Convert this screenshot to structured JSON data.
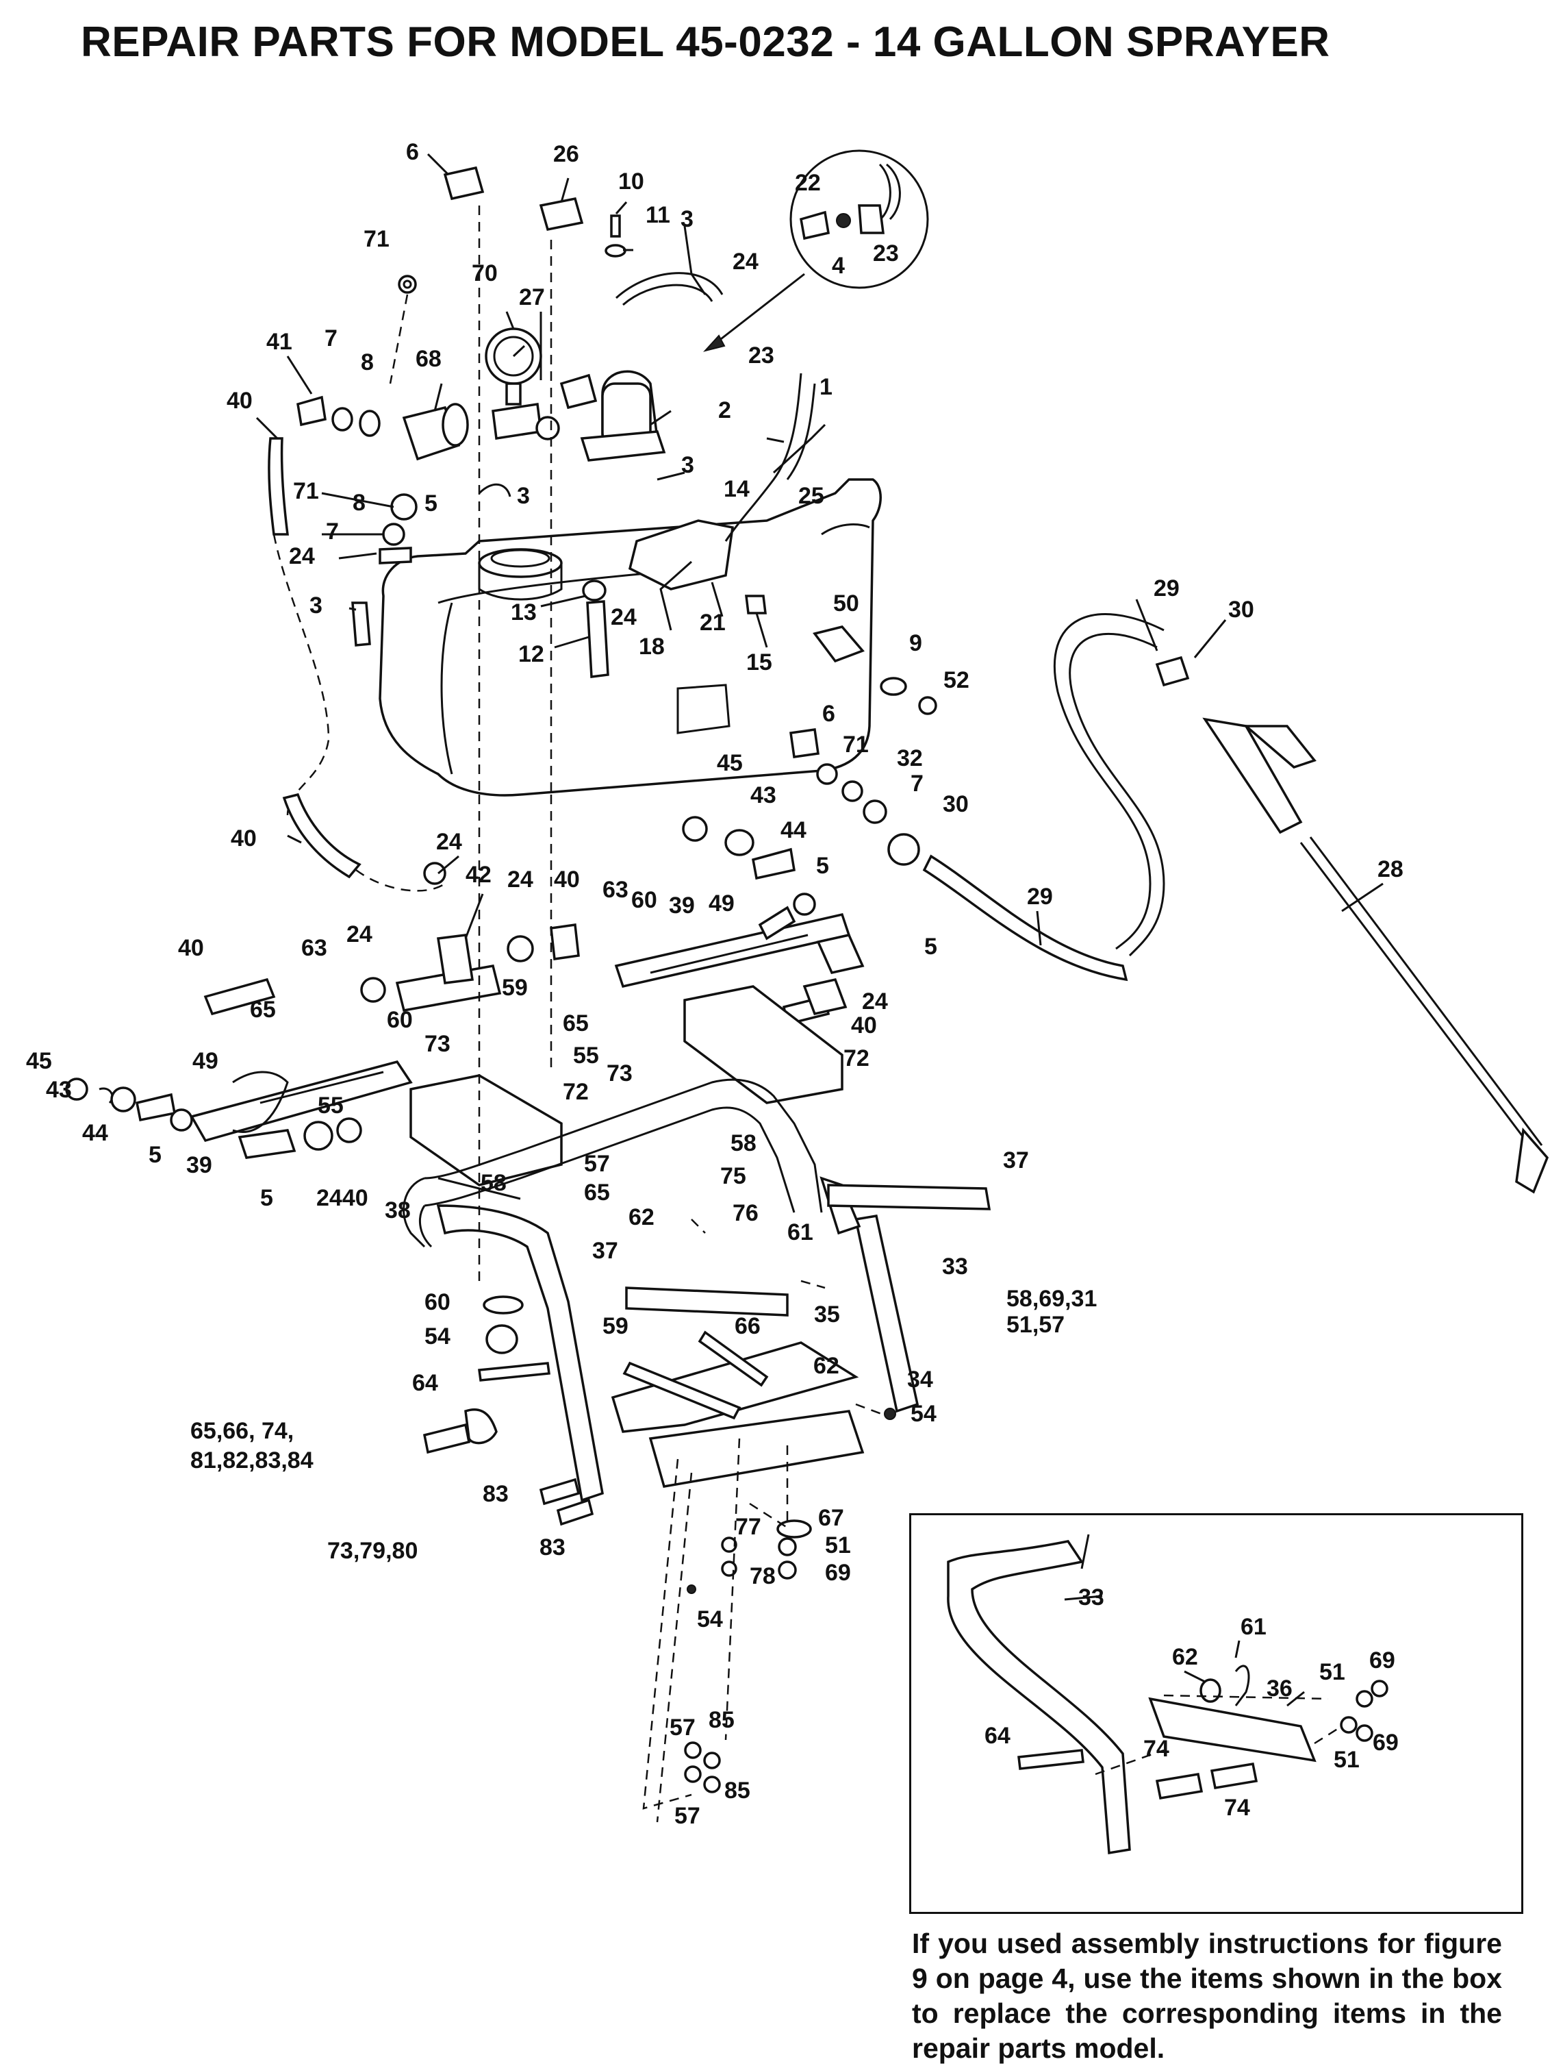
{
  "title": "REPAIR PARTS FOR MODEL 45-0232 - 14 GALLON SPRAYER",
  "note": "If you used assembly instructions for figure 9 on page 4, use the items shown in the box to replace the corresponding items in the repair parts model.",
  "callouts": {
    "c6a": "6",
    "c26": "26",
    "c10": "10",
    "c11": "11",
    "c3a": "3",
    "c22": "22",
    "c71a": "71",
    "c4": "4",
    "c23a": "23",
    "c24a": "24",
    "c70": "70",
    "c27": "27",
    "c41": "41",
    "c7a": "7",
    "c8a": "8",
    "c68": "68",
    "c23b": "23",
    "c1": "1",
    "c40a": "40",
    "c2": "2",
    "c3b": "3",
    "c71b": "71",
    "c8b": "8",
    "c5a": "5",
    "c3c": "3",
    "c14": "14",
    "c25": "25",
    "c7b": "7",
    "c24b": "24",
    "c3d": "3",
    "c13": "13",
    "c24c": "24",
    "c21": "21",
    "c12": "12",
    "c18": "18",
    "c15": "15",
    "c50": "50",
    "c29a": "29",
    "c30a": "30",
    "c9": "9",
    "c52": "52",
    "c6b": "6",
    "c71c": "71",
    "c32": "32",
    "c45a": "45",
    "c43a": "43",
    "c7c": "7",
    "c30b": "30",
    "c44a": "44",
    "c40b": "40",
    "c24d": "24",
    "c42": "42",
    "c24e": "24",
    "c40c": "40",
    "c63a": "63",
    "c60a": "60",
    "c39a": "39",
    "c49a": "49",
    "c5b": "5",
    "c28": "28",
    "c29b": "29",
    "c5c": "5",
    "c40d": "40",
    "c63b": "63",
    "c24f": "24",
    "c59a": "59",
    "c24g": "24",
    "c40e": "40",
    "c65a": "65",
    "c60b": "60",
    "c65b": "65",
    "c55a": "55",
    "c73a": "73",
    "c72a": "72",
    "c45b": "45",
    "c43b": "43",
    "c73b": "73",
    "c49b": "49",
    "c55b": "55",
    "c72b": "72",
    "c44b": "44",
    "c5d": "5",
    "c39b": "39",
    "c5e": "5",
    "c2440": "2440",
    "c38": "38",
    "c58a": "58",
    "c57a": "57",
    "c58b": "58",
    "c65c": "65",
    "c75": "75",
    "c37a": "37",
    "c76": "76",
    "c62a": "62",
    "c61a": "61",
    "c37b": "37",
    "c33a": "33",
    "c58_69_31": "58,69,31",
    "c51_57": "51,57",
    "c60c": "60",
    "c35": "35",
    "c59b": "59",
    "c66": "66",
    "c54a": "54",
    "c62b": "62",
    "c64a": "64",
    "c34": "34",
    "c54b": "54",
    "c65_66_74": "65,66, 74,",
    "c81_84": "81,82,83,84",
    "c83a": "83",
    "c67": "67",
    "c77": "77",
    "c51a": "51",
    "c83b": "83",
    "c73_79_80": "73,79,80",
    "c78": "78",
    "c69a": "69",
    "c54c": "54",
    "c57b": "57",
    "c85a": "85",
    "c57c": "57",
    "c85b": "85",
    "i33": "33",
    "i61": "61",
    "i62": "62",
    "i69a": "69",
    "i51a": "51",
    "i36": "36",
    "i64": "64",
    "i74a": "74",
    "i69b": "69",
    "i51b": "51",
    "i74b": "74"
  }
}
